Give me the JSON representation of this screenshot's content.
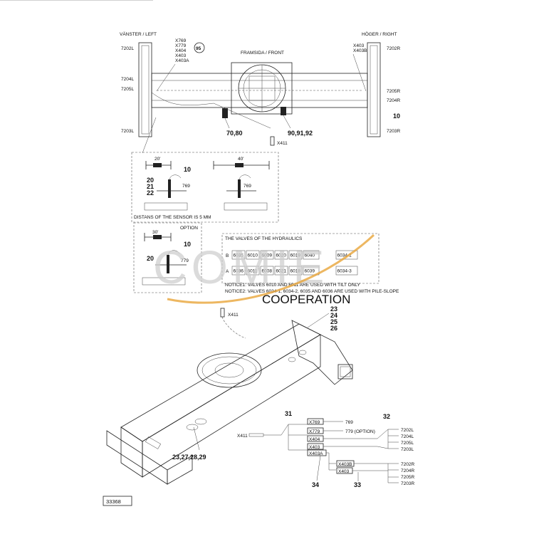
{
  "top_view": {
    "left_label": "VÄNSTER / LEFT",
    "right_label": "HÖGER / RIGHT",
    "front_label": "FRAMSIDA / FRONT",
    "circle_number": "95",
    "left_connectors": [
      "X769",
      "X779",
      "X404",
      "X403",
      "X403A"
    ],
    "right_connectors": [
      "X403",
      "X403B"
    ],
    "left_sensors": [
      "7202L",
      "7204L",
      "7205L",
      "7203L"
    ],
    "right_sensors": [
      "7202R",
      "7205R",
      "7204R",
      "7203R"
    ],
    "part_10": "10",
    "part_70_80": "70,80",
    "part_90": "90,91,92",
    "x411": "X411"
  },
  "detail_a": {
    "dim_20": "20'",
    "dim_40": "40'",
    "part_10": "10",
    "part_20": "20",
    "part_21": "21",
    "part_22": "22",
    "label_769a": "769",
    "label_769b": "769",
    "sensor_note": "DISTANS OF THE SENSOR IS 5 MM"
  },
  "detail_b": {
    "option": "OPTION",
    "dim_30": "30'",
    "part_10": "10",
    "part_20": "20",
    "label_779": "779"
  },
  "valves": {
    "title": "THE VALVES OF THE HYDRAULICS",
    "row_b_label": "B",
    "row_a_label": "A",
    "row_b": [
      "6035",
      "6010",
      "6009",
      "6020",
      "6019",
      "6040",
      "6034-1"
    ],
    "row_a": [
      "6036",
      "6011",
      "6008",
      "6021",
      "6018",
      "6039",
      "6034-3"
    ],
    "notice1": "NOTICE1: VALVES 6010 AND 6011 ARE USED WITH TILT ONLY",
    "notice2": "NOTICE2: VALVES 6034-1, 6034-2, 6035 AND 6036 ARE USED WITH PILE-SLOPE"
  },
  "watermark": {
    "brand": "COMIE",
    "sub": "COOPERATION",
    "color": "#e8a53a"
  },
  "iso_view": {
    "x411": "X411",
    "parts_23_26": [
      "23",
      "24",
      "25",
      "26"
    ],
    "parts_23_29": "23,27,28,29",
    "part_31": "31",
    "part_32": "32",
    "part_33": "33",
    "part_34": "34"
  },
  "wiring": {
    "x411": "X411",
    "boxes": [
      "X769",
      "X779",
      "X404",
      "X403",
      "X403A"
    ],
    "out_769": "769",
    "out_779": "779  (OPTION)",
    "left_targets": [
      "7202L",
      "7204L",
      "7205L",
      "7203L"
    ],
    "right_boxes": [
      "X403B",
      "X403"
    ],
    "right_targets": [
      "7202R",
      "7204R",
      "7205R",
      "7203R"
    ]
  },
  "figure_number": "33368"
}
